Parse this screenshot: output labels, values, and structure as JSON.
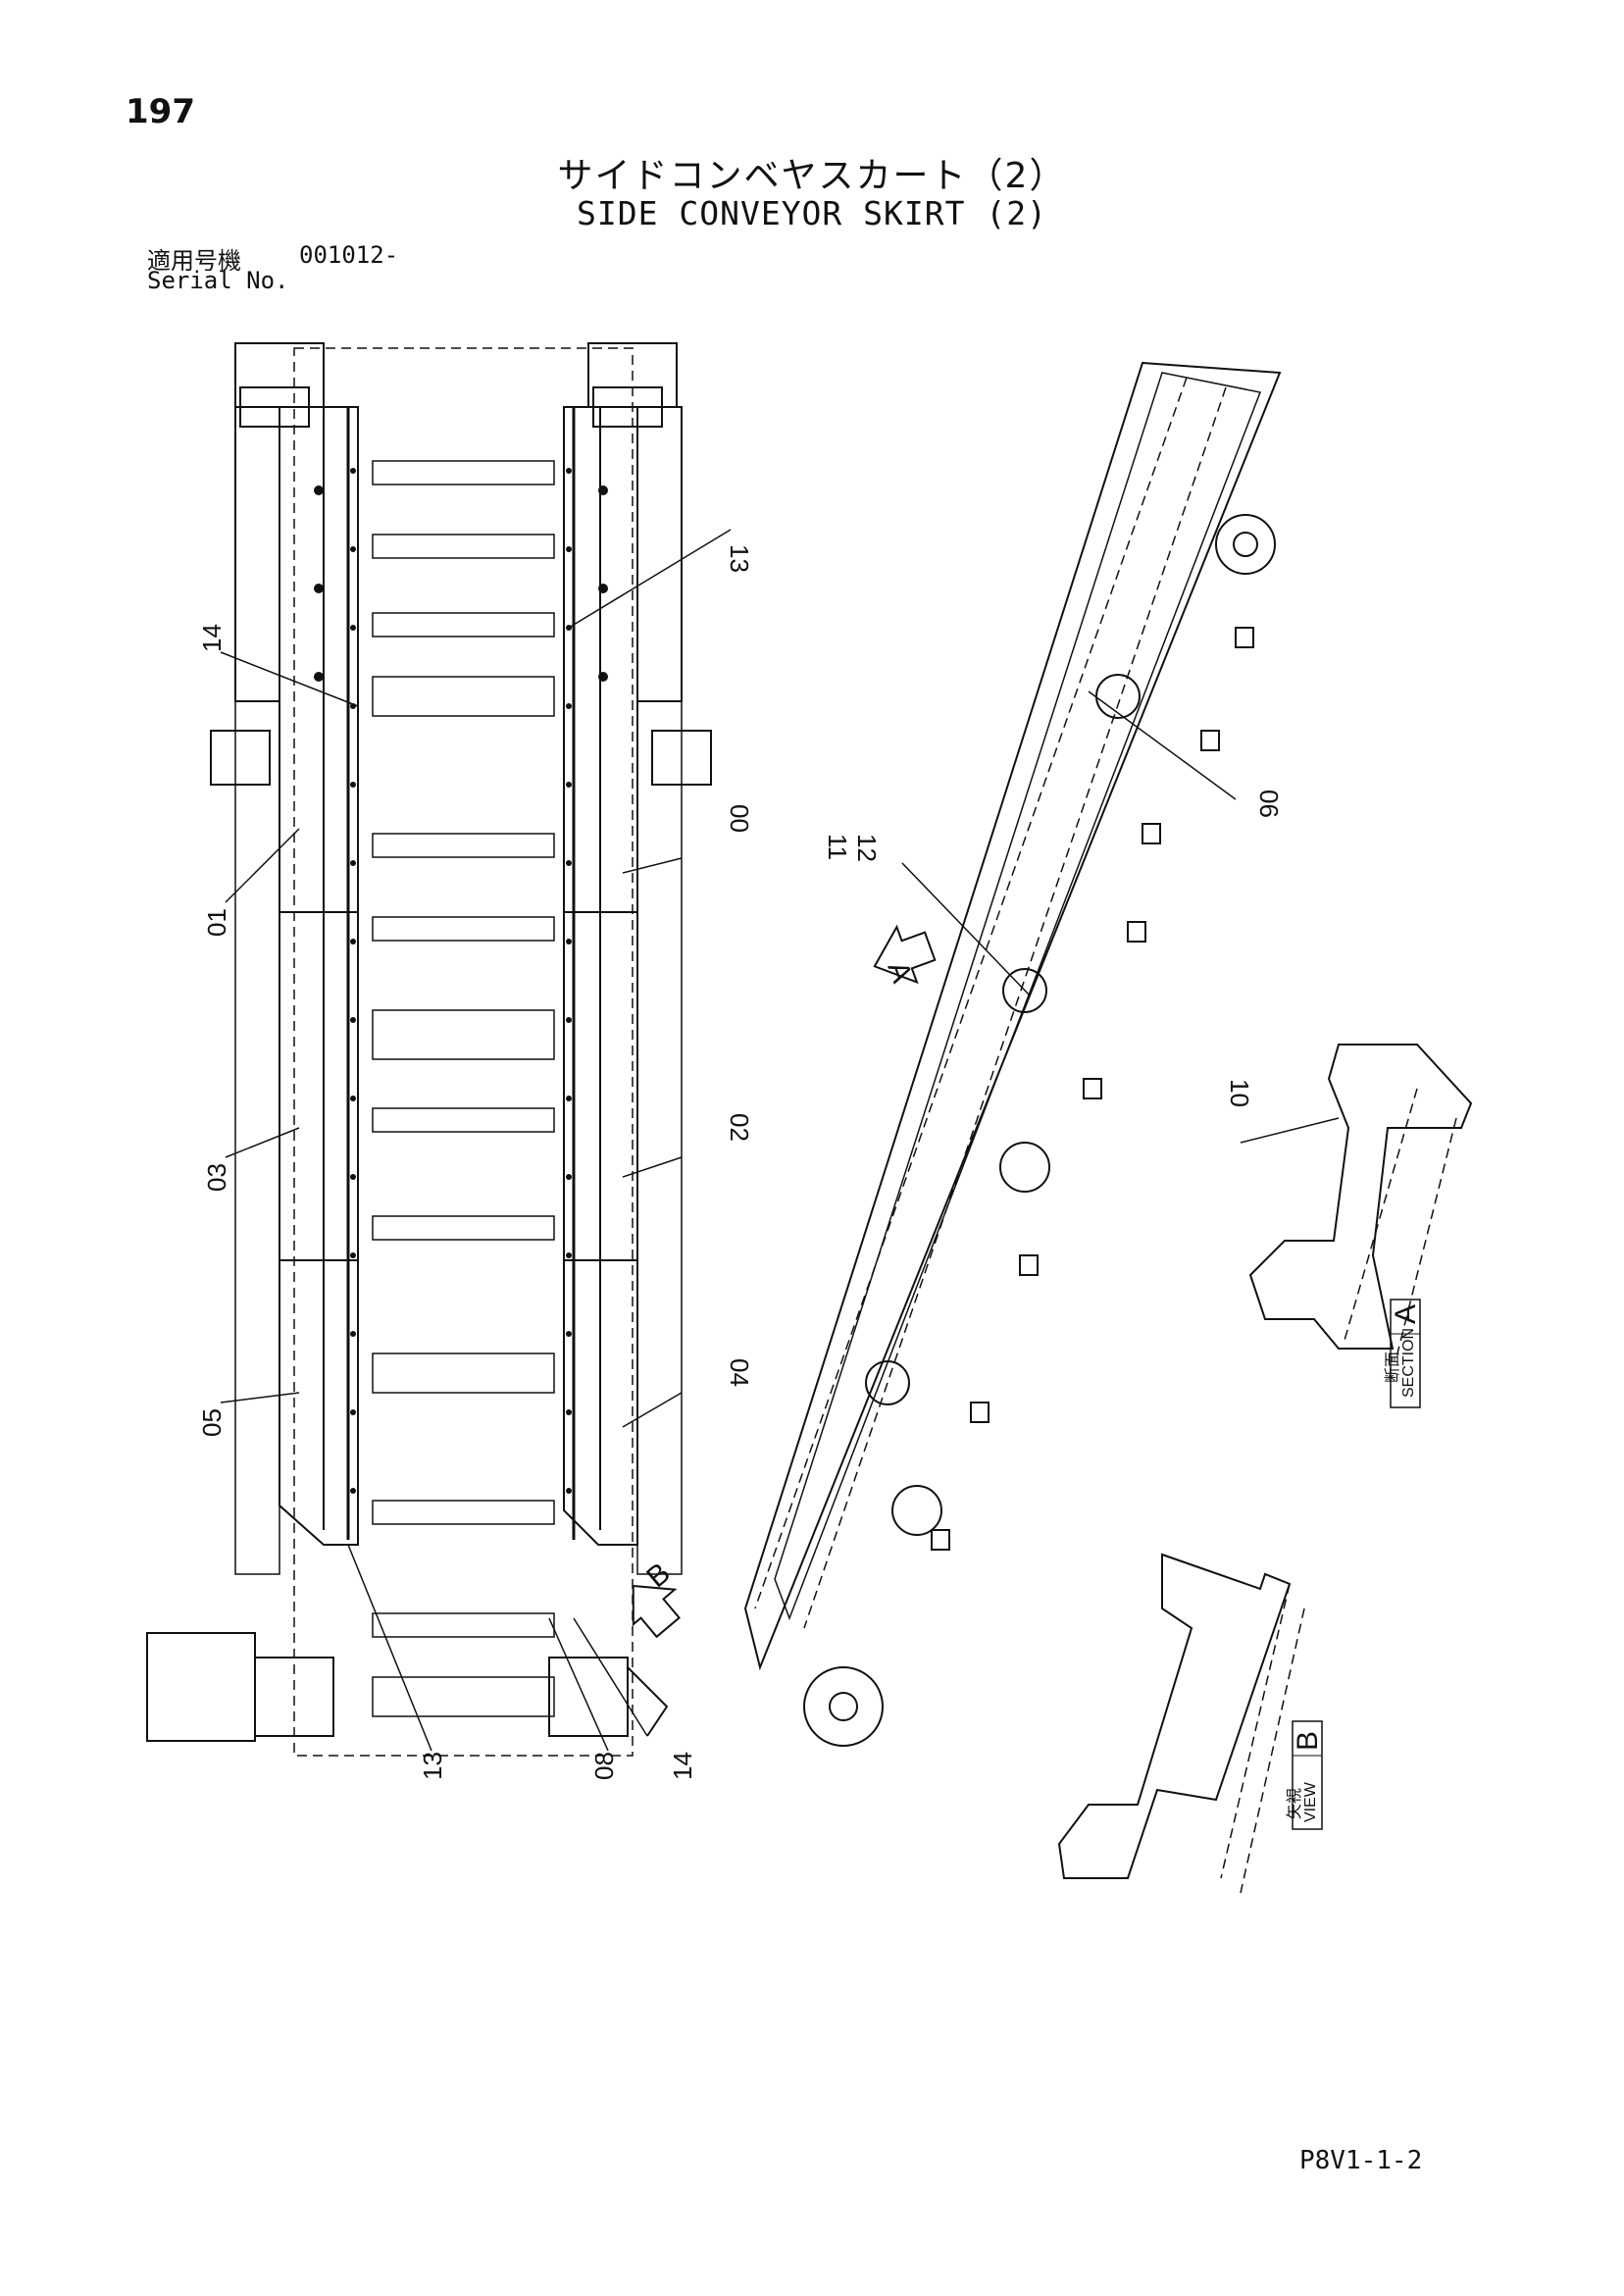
{
  "header": {
    "page_number": "197",
    "title_jp": "サイドコンベヤスカート（2）",
    "title_en": "SIDE CONVEYOR SKIRT (2)",
    "serial_label_jp": "適用号機",
    "serial_value": "001012-",
    "serial_label_en": "Serial No."
  },
  "part_labels": {
    "p13_top": "13",
    "p14_top": "14",
    "p00": "00",
    "p01": "01",
    "p02": "02",
    "p03": "03",
    "p04": "04",
    "p05": "05",
    "p13_bottom": "13",
    "p08": "08",
    "p14_bottom": "14",
    "p06": "06",
    "p11": "11",
    "p12": "12",
    "p10": "10"
  },
  "view_markers": {
    "arrow_a": "A",
    "arrow_b": "B"
  },
  "section_a": {
    "jp": "断面",
    "en": "SECTION",
    "letter": "A"
  },
  "view_b": {
    "jp": "矢視",
    "en": "VIEW",
    "letter": "B"
  },
  "footer": {
    "doc_code": "P8V1-1-2"
  }
}
